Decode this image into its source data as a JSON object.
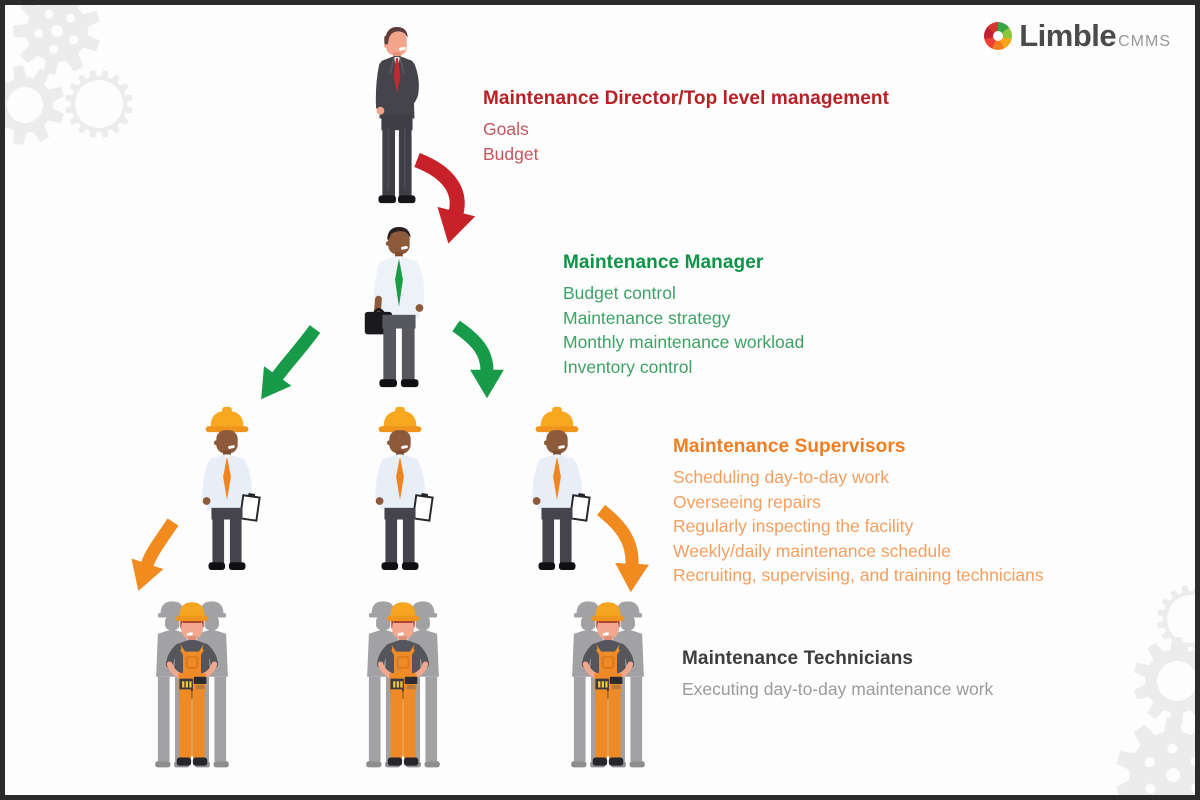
{
  "logo": {
    "brand": "Limble",
    "suffix": "CMMS"
  },
  "logo_colors": {
    "brand": "#4b4b4d",
    "suffix": "#97989b"
  },
  "levels": [
    {
      "role": "director",
      "title": "Maintenance Director/Top level management",
      "color": "#b72025",
      "item_color": "#c5565c",
      "items": [
        "Goals",
        "Budget"
      ]
    },
    {
      "role": "manager",
      "title": "Maintenance Manager",
      "color": "#0e9347",
      "item_color": "#3ea266",
      "items": [
        "Budget control",
        "Maintenance strategy",
        "Monthly maintenance workload",
        "Inventory control"
      ]
    },
    {
      "role": "supervisors",
      "title": "Maintenance Supervisors",
      "color": "#ef7e23",
      "item_color": "#f49f60",
      "items": [
        "Scheduling day-to-day work",
        "Overseeing repairs",
        "Regularly inspecting the facility",
        "Weekly/daily maintenance schedule",
        "Recruiting, supervising, and training technicians"
      ]
    },
    {
      "role": "technicians",
      "title": "Maintenance Technicians",
      "color": "#3d3d3d",
      "item_color": "#9b9b9b",
      "items": [
        "Executing day-to-day maintenance work"
      ]
    }
  ],
  "arrows": {
    "director_to_manager": "#c82129",
    "manager_to_supervisors": "#179b49",
    "supervisors_to_technicians": "#f28b1f"
  },
  "decor": {
    "gear_color": "#ececec",
    "background": "#fdfdfd",
    "border": "#2b2b2b"
  }
}
